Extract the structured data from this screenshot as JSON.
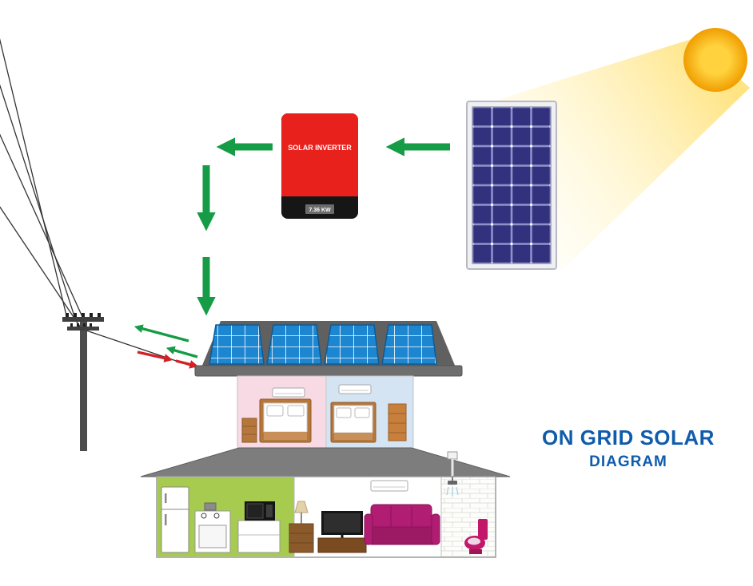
{
  "diagram": {
    "title_line1": "ON GRID SOLAR",
    "title_line2": "DIAGRAM",
    "inverter_label": "SOLAR INVERTER",
    "inverter_rating": "7.36 KW",
    "components": [
      "sun",
      "sunbeam",
      "solar-panel",
      "solar-inverter",
      "utility-pole",
      "power-lines",
      "energy-flow-arrows",
      "grid-export-arrows",
      "grid-import-arrows",
      "house",
      "rooftop-solar-panels"
    ],
    "colors": {
      "arrow_green": "#169c46",
      "arrow_red": "#d42027",
      "inverter_red": "#e8211d",
      "panel_blue": "#31317e",
      "rooftop_panel_blue": "#1d86d0",
      "sun_yellow": "#f7b500",
      "title_blue": "#0f5cad",
      "sofa_magenta": "#b01d72",
      "kitchen_green": "#a6cb4f"
    }
  }
}
